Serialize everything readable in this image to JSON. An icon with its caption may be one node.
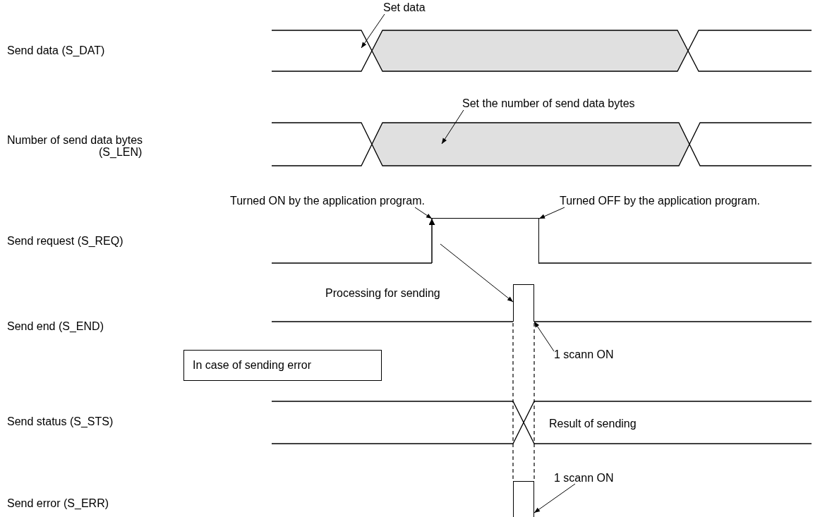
{
  "diagram": {
    "nodes": [
      {
        "text": [
          "Set data"
        ]
      },
      {
        "text": [
          "Set the number of send data bytes"
        ]
      },
      {
        "text": [
          "Turned ON by the application program."
        ]
      },
      {
        "text": [
          "Turned OFF by the application program."
        ]
      },
      {
        "text": [],
        "shape": "box"
      },
      {
        "text": [
          "1 scann ON"
        ]
      },
      {
        "text": [
          "In case of sending error"
        ]
      },
      {
        "text": [
          "1 scann ON"
        ]
      },
      {
        "text": [],
        "shape": "box"
      },
      {
        "text": [],
        "shape": "box"
      }
    ],
    "edges": [
      {
        "from": 0,
        "to": null,
        "arrow": "to"
      },
      {
        "from": 1,
        "to": null,
        "arrow": "to"
      },
      {
        "from": 2,
        "to": 8,
        "arrow": "to"
      },
      {
        "from": 3,
        "to": 8,
        "arrow": "to"
      },
      {
        "from": 8,
        "to": 4,
        "arrow": "to"
      },
      {
        "from": 5,
        "to": 4,
        "arrow": "to"
      },
      {
        "from": 7,
        "to": 9,
        "arrow": "to"
      }
    ],
    "labels": [
      "Send data (S_DAT)",
      "Number of send data bytes",
      "(S_LEN)",
      "Send request (S_REQ)",
      "Processing for sending",
      "Send end (S_END)",
      "Send status (S_STS)",
      "Result of sending",
      "Send error (S_ERR)"
    ]
  }
}
